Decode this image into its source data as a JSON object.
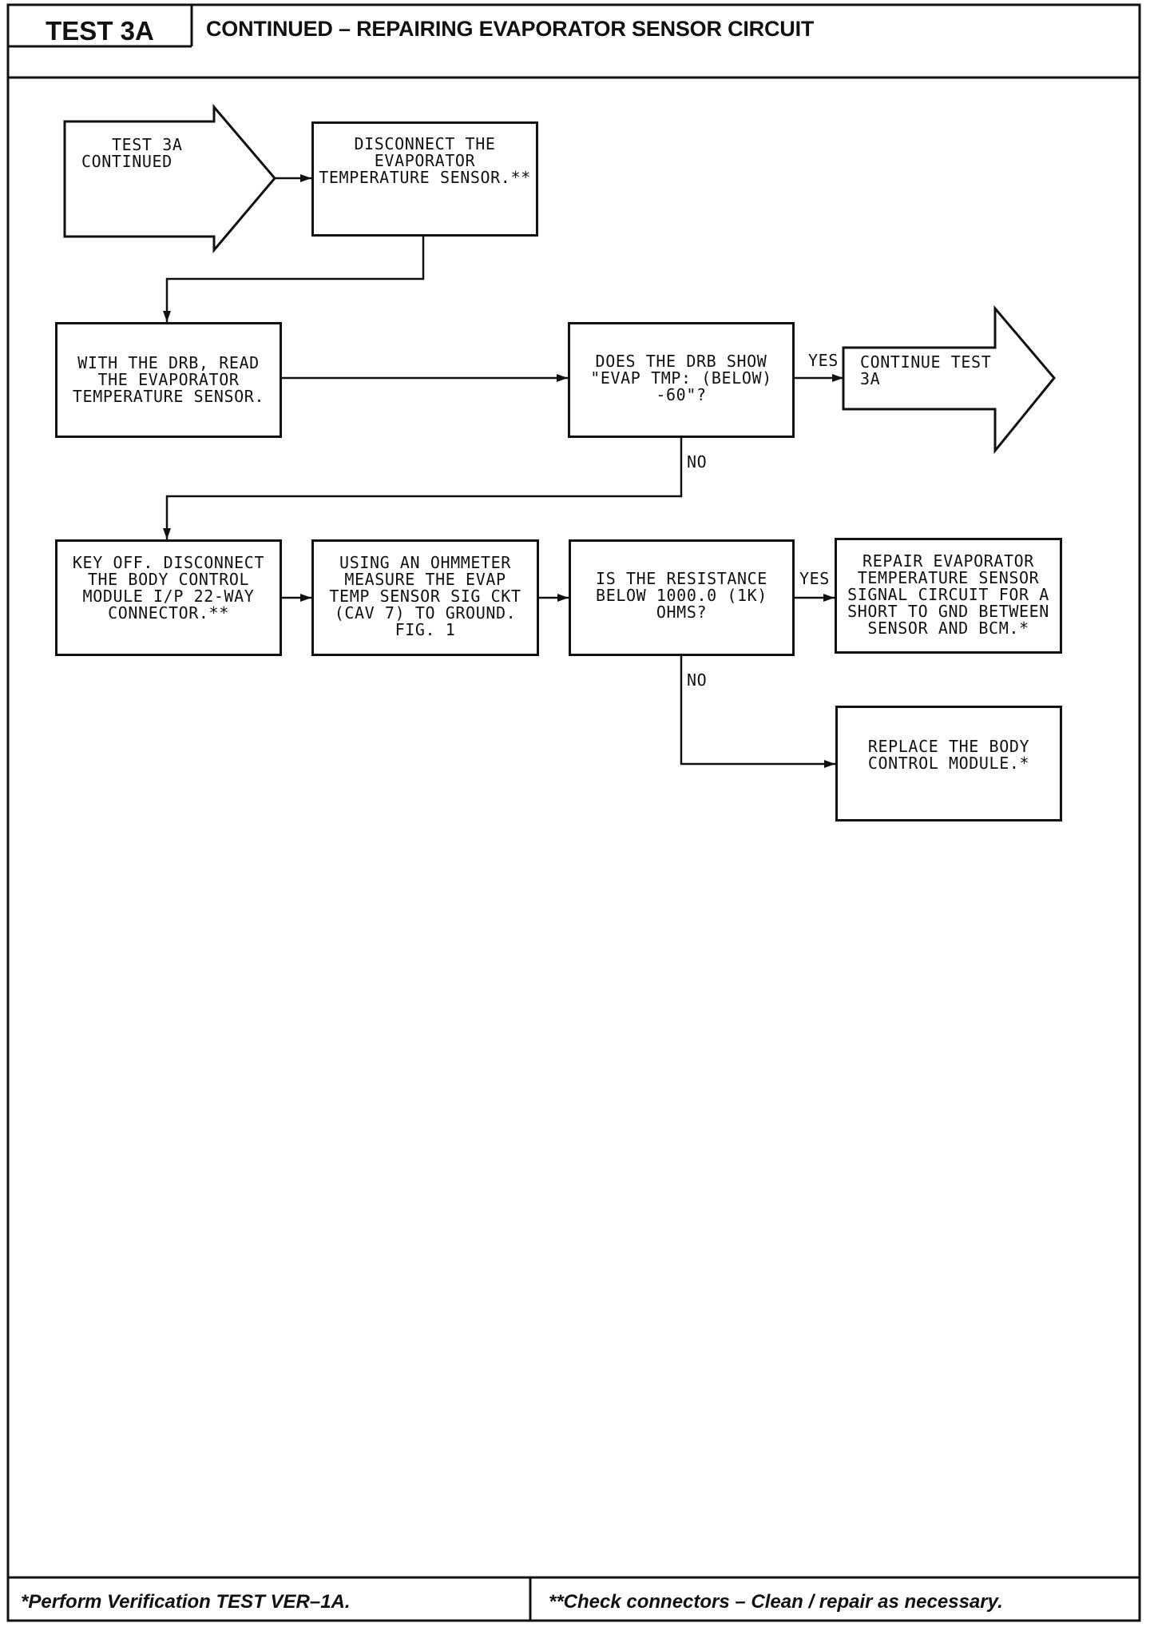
{
  "header": {
    "test_id": "TEST 3A",
    "title": "CONTINUED – REPAIRING EVAPORATOR SENSOR CIRCUIT"
  },
  "flowchart": {
    "start_arrow": {
      "lines": [
        "TEST 3A",
        "CONTINUED"
      ]
    },
    "disconnect_sensor": {
      "lines": [
        "DISCONNECT THE",
        "EVAPORATOR",
        "TEMPERATURE SENSOR.**"
      ]
    },
    "read_sensor": {
      "lines": [
        "WITH THE DRB, READ",
        "THE EVAPORATOR",
        "TEMPERATURE SENSOR."
      ]
    },
    "drb_check": {
      "lines": [
        "DOES THE DRB SHOW",
        "\"EVAP TMP: (BELOW)",
        "-60\"?"
      ]
    },
    "continue_arrow": {
      "lines": [
        "CONTINUE TEST",
        "3A"
      ]
    },
    "disconnect_bcm": {
      "lines": [
        "KEY OFF. DISCONNECT",
        "THE BODY CONTROL",
        "MODULE I/P 22-WAY",
        "CONNECTOR.**"
      ]
    },
    "measure_resistance": {
      "lines": [
        "USING AN OHMMETER",
        "MEASURE THE EVAP",
        "TEMP SENSOR SIG CKT",
        "(CAV 7) TO GROUND.",
        "FIG. 1"
      ]
    },
    "resistance_check": {
      "lines": [
        "IS THE RESISTANCE",
        "BELOW 1000.0 (1K)",
        "OHMS?"
      ]
    },
    "repair_circuit": {
      "lines": [
        "REPAIR EVAPORATOR",
        "TEMPERATURE SENSOR",
        "SIGNAL CIRCUIT FOR A",
        "SHORT TO GND BETWEEN",
        "SENSOR AND BCM.*"
      ]
    },
    "replace_bcm": {
      "lines": [
        "REPLACE THE BODY",
        "CONTROL MODULE.*"
      ]
    },
    "branch_labels": {
      "yes": "YES",
      "no": "NO"
    }
  },
  "footer": {
    "note_single_star": "*Perform Verification TEST VER–1A.",
    "note_double_star": "**Check connectors – Clean / repair as necessary."
  }
}
